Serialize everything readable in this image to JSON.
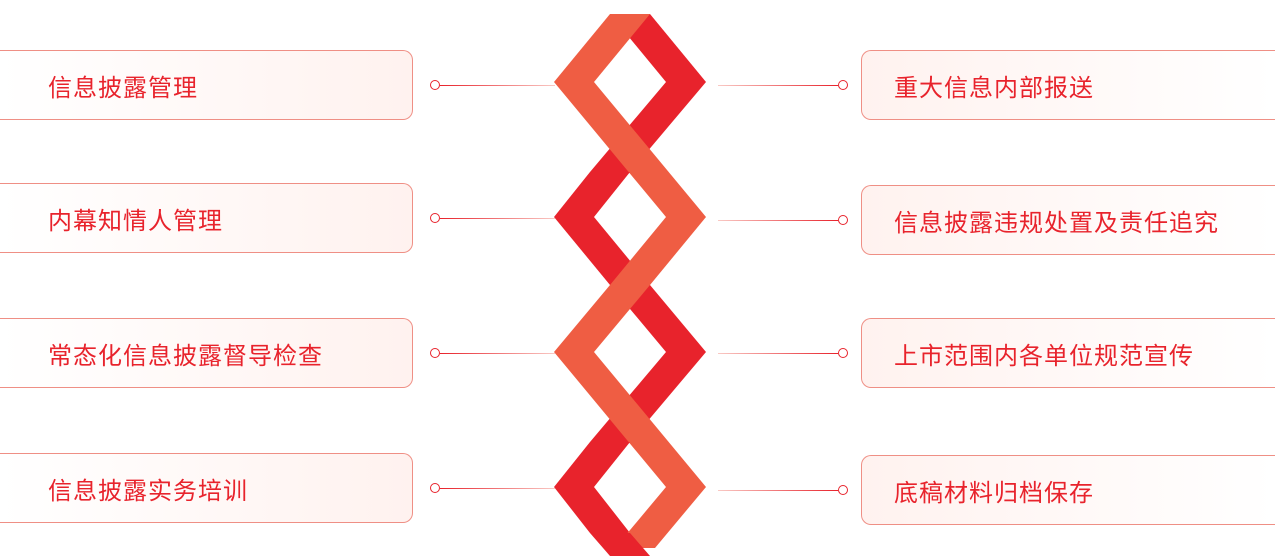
{
  "colors": {
    "accent_red": "#e8232c",
    "accent_orange": "#ef5d43",
    "card_border": "#ef8f85",
    "card_fill": "#fff2ef"
  },
  "left_items": [
    {
      "label": "信息披露管理"
    },
    {
      "label": "内幕知情人管理"
    },
    {
      "label": "常态化信息披露督导检查"
    },
    {
      "label": "信息披露实务培训"
    }
  ],
  "right_items": [
    {
      "label": "重大信息内部报送"
    },
    {
      "label": "信息披露违规处置及责任追究"
    },
    {
      "label": "上市范围内各单位规范宣传"
    },
    {
      "label": "底稿材料归档保存"
    }
  ]
}
